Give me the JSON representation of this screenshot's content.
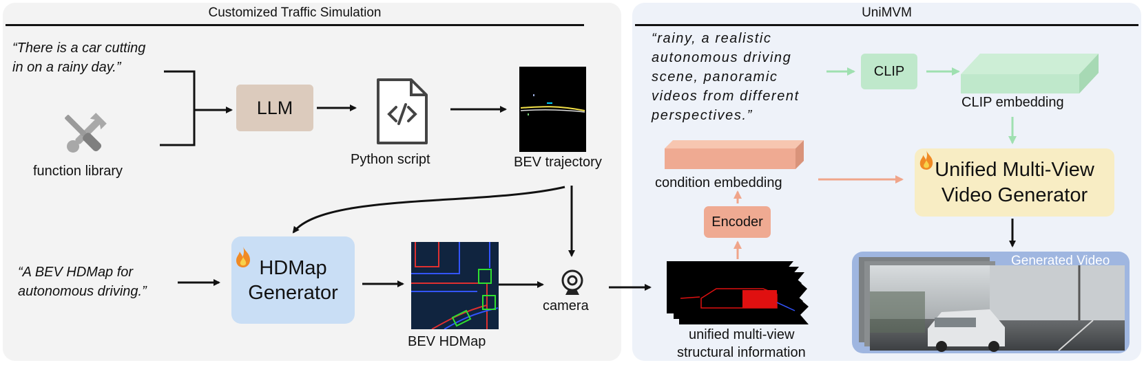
{
  "left_panel": {
    "title": "Customized Traffic Simulation",
    "quote_top": [
      "“There is a car cutting",
      "in on a rainy day.”"
    ],
    "function_library_label": "function library",
    "llm_label": "LLM",
    "python_script_label": "Python script",
    "bev_trajectory_label": "BEV trajectory",
    "quote_bottom": [
      "“A BEV HDMap for",
      "autonomous driving.”"
    ],
    "hdmap_generator_label": [
      "HDMap",
      "Generator"
    ],
    "bev_hdmap_label": "BEV HDMap",
    "camera_label": "camera"
  },
  "right_panel": {
    "title": "UniMVM",
    "quote": [
      "“rainy, a realistic",
      "autonomous driving",
      "scene, panoramic",
      "videos from different",
      "perspectives.”"
    ],
    "clip_label": "CLIP",
    "clip_embedding_label": "CLIP embedding",
    "condition_embedding_label": "condition embedding",
    "encoder_label": "Encoder",
    "unified_generator_label": [
      "Unified Multi-View",
      "Video Generator"
    ],
    "structural_info_label": [
      "unified multi-view",
      "structural information"
    ],
    "generated_video_label": "Generated Video"
  },
  "icons": {
    "function_library": "wrench-screwdriver-icon",
    "python_script": "code-file-icon",
    "camera": "webcam-icon",
    "trainable": "fire-icon"
  },
  "colors": {
    "llm_box": "#dccbbd",
    "hdmap_box": "#c9def5",
    "clip_box": "#bfe8cb",
    "encoder_box": "#efaa92",
    "unified_box": "#f8edc4",
    "generated_video_bg": "#9fb6e0",
    "green_arrow": "#9fe0b0",
    "salmon_arrow": "#f0a58a"
  }
}
